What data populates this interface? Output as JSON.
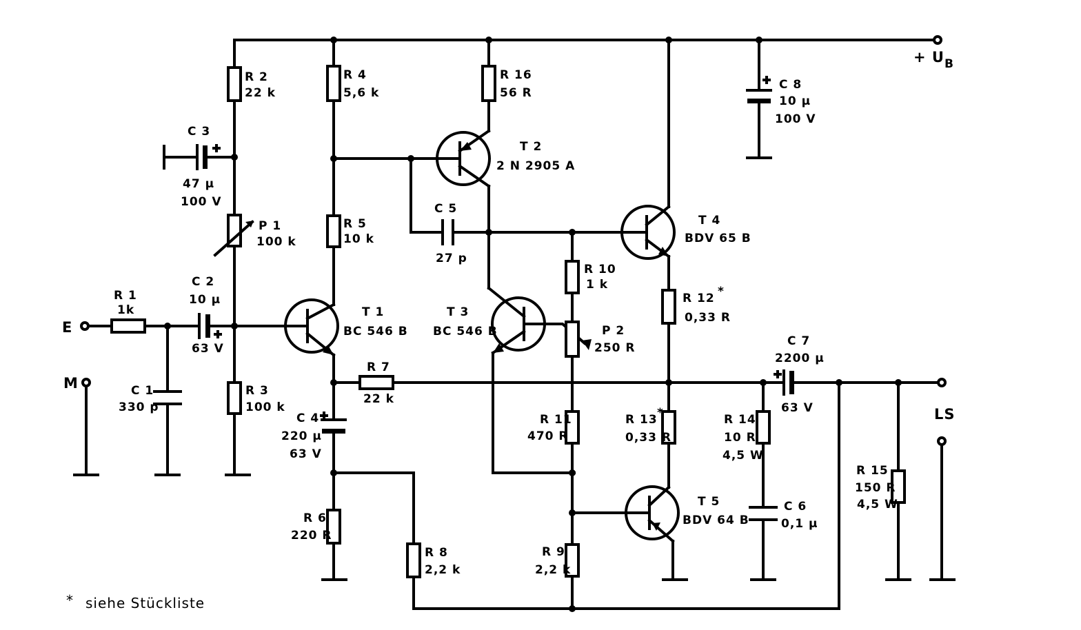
{
  "terminals": {
    "supply": "+ U",
    "supply_sub": "B",
    "input": "E",
    "ground_in": "M",
    "speaker": "LS"
  },
  "components": {
    "R1": {
      "ref": "R 1",
      "value": "1k"
    },
    "R2": {
      "ref": "R 2",
      "value": "22 k"
    },
    "R3": {
      "ref": "R 3",
      "value": "100 k"
    },
    "R4": {
      "ref": "R 4",
      "value": "5,6 k"
    },
    "R5": {
      "ref": "R 5",
      "value": "10 k"
    },
    "R6": {
      "ref": "R 6",
      "value": "220 R"
    },
    "R7": {
      "ref": "R 7",
      "value": "22 k"
    },
    "R8": {
      "ref": "R 8",
      "value": "2,2 k"
    },
    "R9": {
      "ref": "R 9",
      "value": "2,2 k"
    },
    "R10": {
      "ref": "R 10",
      "value": "1 k"
    },
    "R11": {
      "ref": "R 11",
      "value": "470 R"
    },
    "R12": {
      "ref": "R 12",
      "mark": "*",
      "value": "0,33 R"
    },
    "R13": {
      "ref": "R 13",
      "mark": "*",
      "value": "0,33 R"
    },
    "R14": {
      "ref": "R 14",
      "value": "10 R",
      "rating": "4,5 W"
    },
    "R15": {
      "ref": "R 15",
      "value": "150 R",
      "rating": "4,5 W"
    },
    "R16": {
      "ref": "R 16",
      "value": "56 R"
    },
    "P1": {
      "ref": "P 1",
      "value": "100 k"
    },
    "P2": {
      "ref": "P 2",
      "value": "250 R"
    },
    "C1": {
      "ref": "C 1",
      "value": "330 p"
    },
    "C2": {
      "ref": "C 2",
      "value": "10 µ",
      "voltage": "63 V"
    },
    "C3": {
      "ref": "C 3",
      "value": "47 µ",
      "voltage": "100 V"
    },
    "C4": {
      "ref": "C 4",
      "value": "220 µ",
      "voltage": "63 V"
    },
    "C5": {
      "ref": "C 5",
      "value": "27 p"
    },
    "C6": {
      "ref": "C 6",
      "value": "0,1 µ"
    },
    "C7": {
      "ref": "C 7",
      "value": "2200 µ",
      "voltage": "63 V"
    },
    "C8": {
      "ref": "C 8",
      "value": "10 µ",
      "voltage": "100 V"
    },
    "T1": {
      "ref": "T 1",
      "type": "BC 546 B"
    },
    "T2": {
      "ref": "T 2",
      "type": "2 N 2905 A"
    },
    "T3": {
      "ref": "T 3",
      "type": "BC 546 B"
    },
    "T4": {
      "ref": "T 4",
      "type": "BDV 65 B"
    },
    "T5": {
      "ref": "T 5",
      "type": "BDV 64 B"
    }
  },
  "footnote": {
    "mark": "*",
    "text": "siehe Stückliste"
  }
}
